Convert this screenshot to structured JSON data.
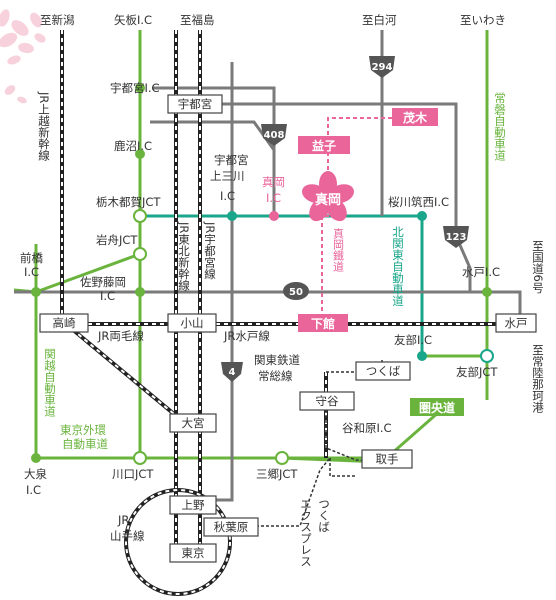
{
  "colors": {
    "expressway": "#6ab43e",
    "kitakanto": "#1aa68a",
    "road": "#7a7a7a",
    "rail": "#222222",
    "pink": "#e9659a",
    "shield": "#555555"
  },
  "labels": {
    "shinkansen_to": "至新潟",
    "yaita_ic": "矢板I.C",
    "to_fukushima": "至福島",
    "to_shirakawa": "至白河",
    "to_iwaki": "至いわき",
    "utsunomiya_ic": "宇都宮I.C",
    "kanuma_ic": "鹿沼I.C",
    "tochigi_tsuga_jct": "栃木都賀JCT",
    "iwafune_jct": "岩舟JCT",
    "maebashi_ic": "前橋\nI.C",
    "sano_fujioka_ic": "佐野藤岡\nI.C",
    "utsunomiya_kamimikawa_ic": "宇都宮\n上三川\nI.C",
    "moka_ic": "真岡\nI.C",
    "sakuragawa_chikusei_ic": "桜川筑西I.C",
    "mito_ic": "水戸I.C",
    "tomobe_ic": "友部I.C",
    "tomobe_jct": "友部JCT",
    "kaminuma_dummy": "",
    "wakahara_ic": "谷和原I.C",
    "misato_jct": "三郷JCT",
    "kawaguchi_jct": "川口JCT",
    "oizumi_ic": "大泉\nI.C",
    "jr_ryomo": "JR両毛線",
    "jr_mito": "JR水戸線",
    "kanto_tetsudo": "関東鉄道\n常総線",
    "tsukuba_express": "つくば\nエクスプレス",
    "jr_yamanote": "JR\n山手線"
  },
  "vertical_labels": {
    "jr_joetsu": "JR上越新幹線",
    "jr_tohoku": "JR東北新幹線",
    "jr_utsunomiya": "JR宇都宮線",
    "joban": "常磐自動車道",
    "kitakanto": "北関東自動車道",
    "moka_railway": "真岡鐵道",
    "kanetsu": "関越自動車道",
    "route6": "至国道6号",
    "to_joban": "至常陸那珂港"
  },
  "gaikan": "東京外環\n自動車道",
  "stations": {
    "utsunomiya": "宇都宮",
    "takasaki": "高崎",
    "oyama": "小山",
    "mito": "水戸",
    "tsukuba": "つくば",
    "moriya": "守谷",
    "toride": "取手",
    "omiya": "大宮",
    "ueno": "上野",
    "akihabara": "秋葉原",
    "tokyo": "東京"
  },
  "highlights": {
    "mooka": "茂木",
    "mashiko": "益子",
    "moka": "真岡",
    "shimodate": "下館",
    "ken_o_do": "圏央道"
  },
  "routes": {
    "r294": "294",
    "r408": "408",
    "r123": "123",
    "r50": "50",
    "r4": "4"
  }
}
